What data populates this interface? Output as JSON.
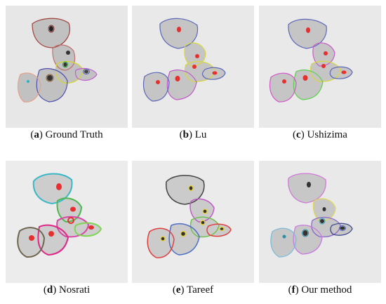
{
  "panels": [
    {
      "id": "a",
      "label": "a",
      "title": "Ground Truth"
    },
    {
      "id": "b",
      "label": "b",
      "title": "Lu"
    },
    {
      "id": "c",
      "label": "c",
      "title": "Ushizima"
    },
    {
      "id": "d",
      "label": "d",
      "title": "Nosrati"
    },
    {
      "id": "e",
      "label": "e",
      "title": "Tareef"
    },
    {
      "id": "f",
      "label": "f",
      "title": "Our method"
    }
  ]
}
